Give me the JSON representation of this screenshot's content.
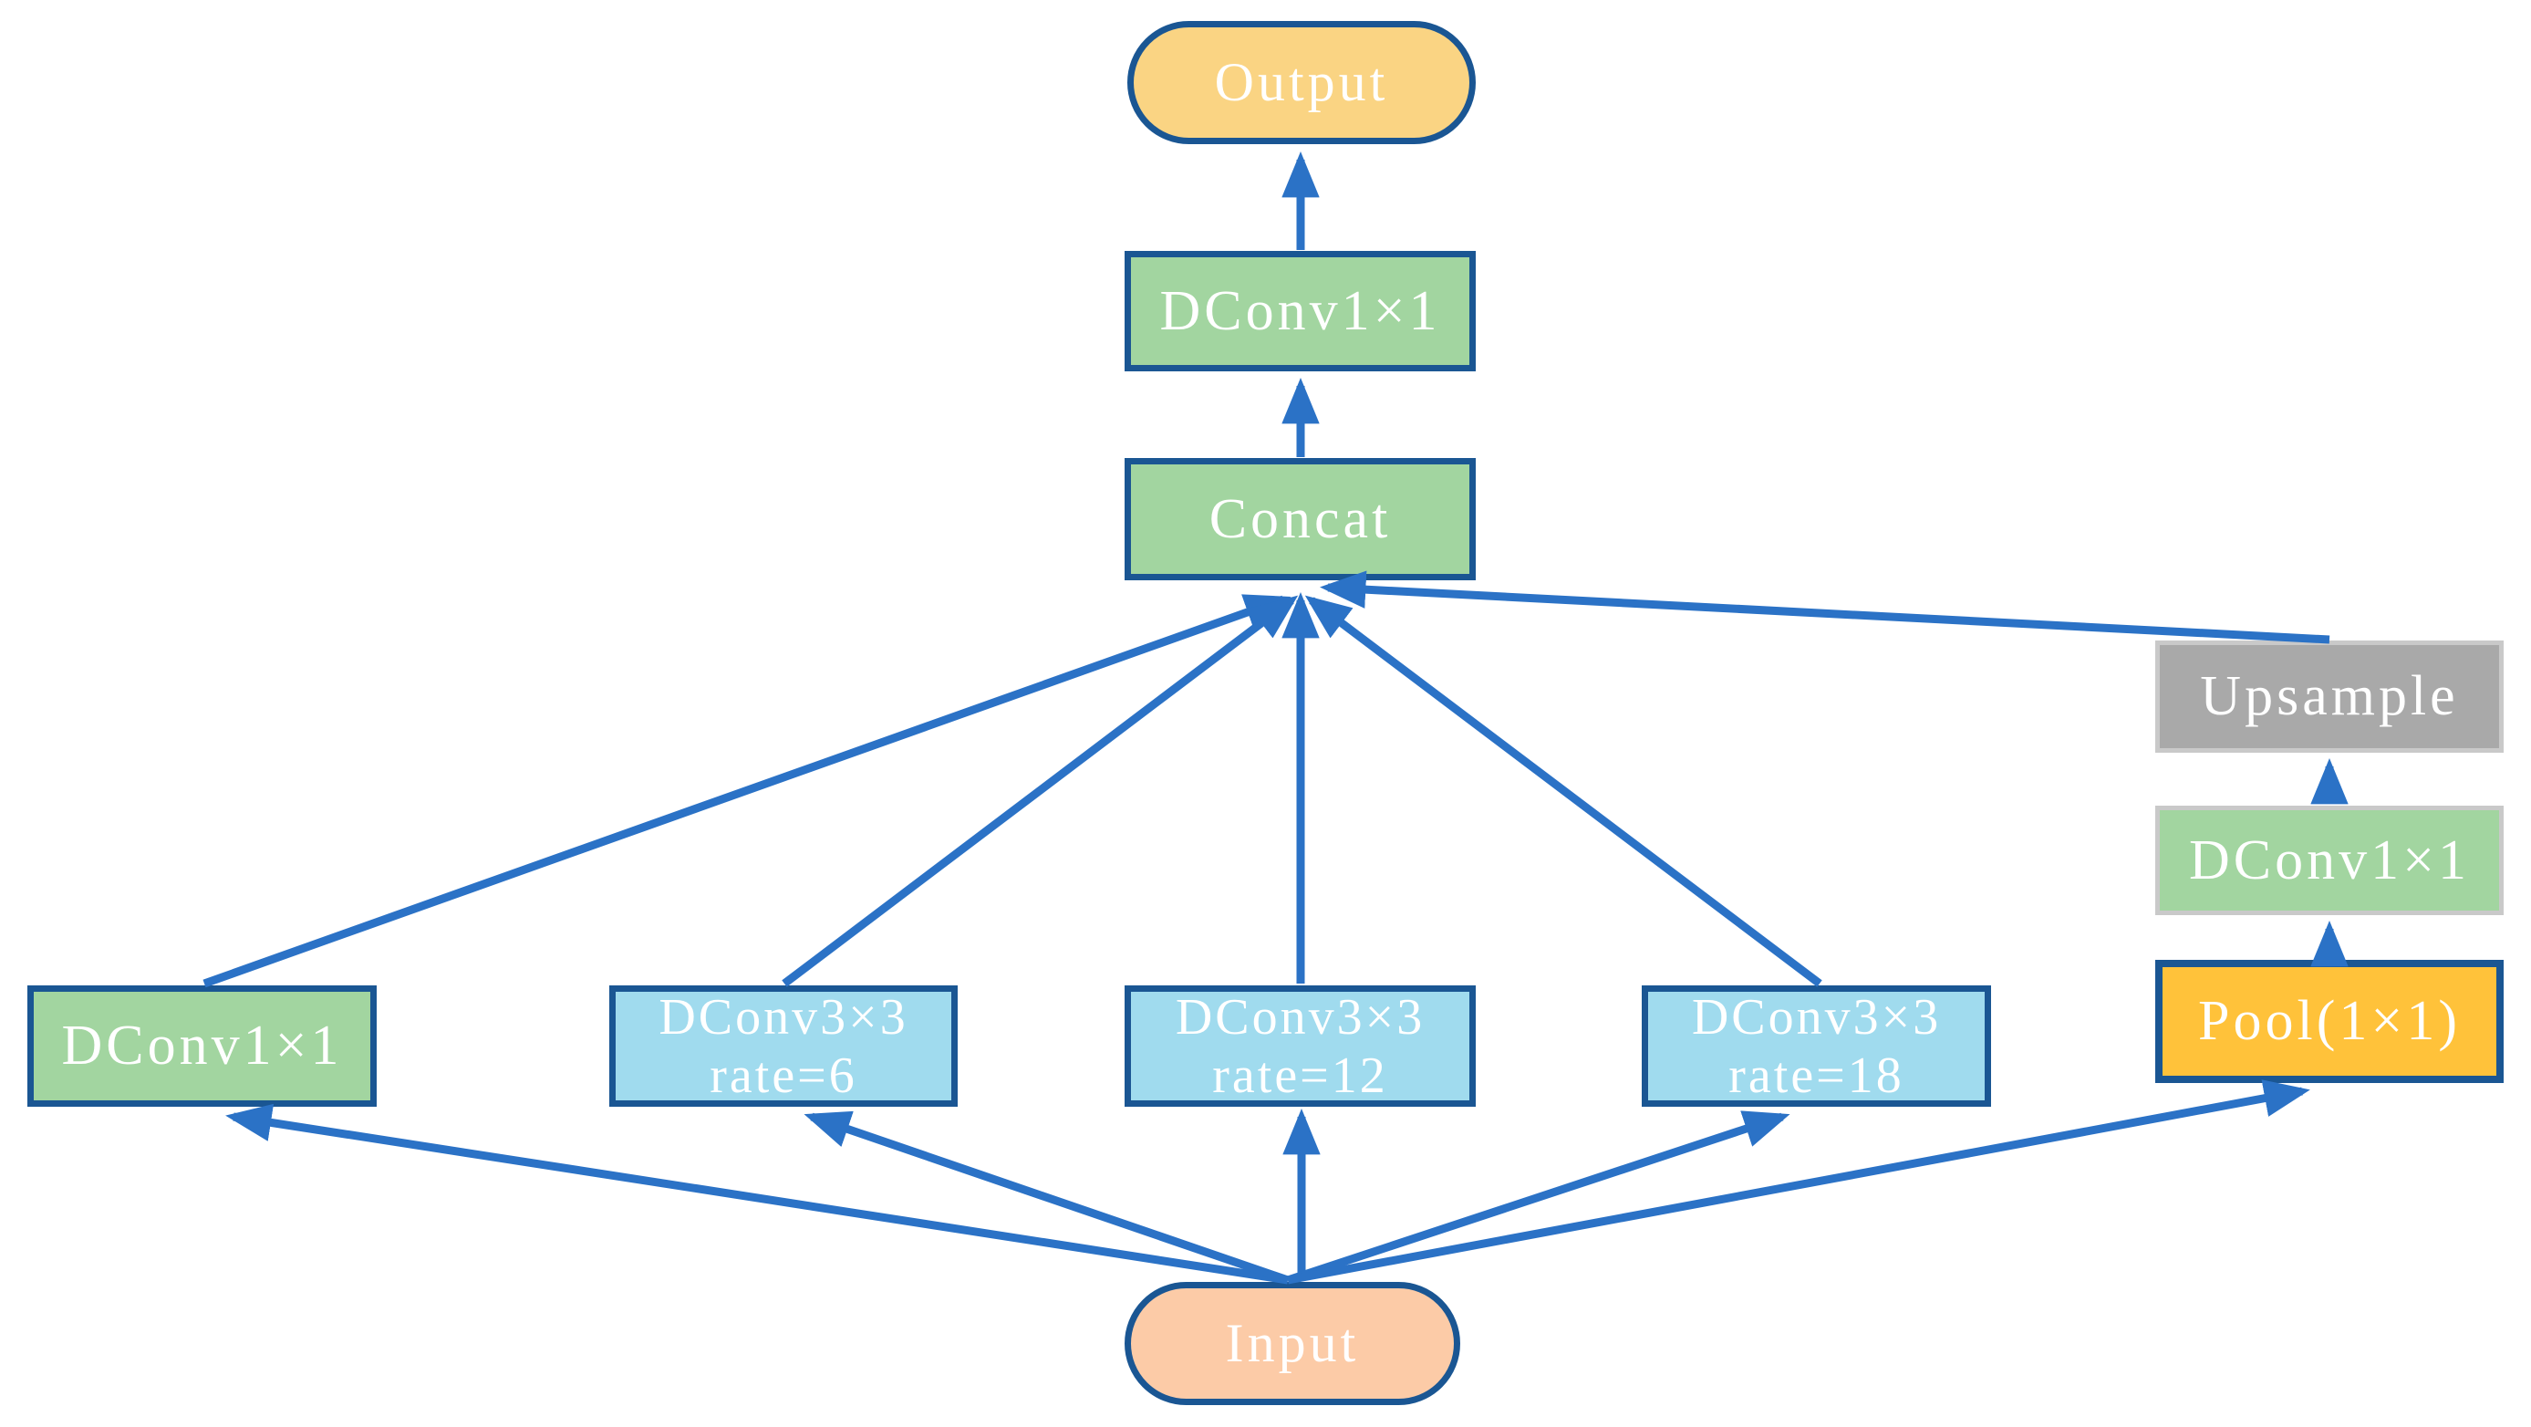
{
  "nodes": {
    "output": {
      "label": "Output"
    },
    "dconv_top": {
      "label": "DConv1×1"
    },
    "concat": {
      "label": "Concat"
    },
    "upsample": {
      "label": "Upsample"
    },
    "dconv_right": {
      "label": "DConv1×1"
    },
    "pool": {
      "label": "Pool(1×1)"
    },
    "dconv_left": {
      "label": "DConv1×1"
    },
    "rate6": {
      "label": "DConv3×3",
      "sublabel": "rate=6"
    },
    "rate12": {
      "label": "DConv3×3",
      "sublabel": "rate=12"
    },
    "rate18": {
      "label": "DConv3×3",
      "sublabel": "rate=18"
    },
    "input": {
      "label": "Input"
    }
  },
  "edges": [
    {
      "from": "input",
      "to": "dconv_left"
    },
    {
      "from": "input",
      "to": "rate6"
    },
    {
      "from": "input",
      "to": "rate12"
    },
    {
      "from": "input",
      "to": "rate18"
    },
    {
      "from": "input",
      "to": "pool"
    },
    {
      "from": "pool",
      "to": "dconv_right"
    },
    {
      "from": "dconv_right",
      "to": "upsample"
    },
    {
      "from": "dconv_left",
      "to": "concat"
    },
    {
      "from": "rate6",
      "to": "concat"
    },
    {
      "from": "rate12",
      "to": "concat"
    },
    {
      "from": "rate18",
      "to": "concat"
    },
    {
      "from": "upsample",
      "to": "concat"
    },
    {
      "from": "concat",
      "to": "dconv_top"
    },
    {
      "from": "dconv_top",
      "to": "output"
    }
  ],
  "colors": {
    "arrow_blue": "#2B72C6",
    "box_border_dark_blue": "#1A5693",
    "box_border_light_gray": "#C9C9C9",
    "green_fill": "#A2D5A0",
    "light_blue_fill": "#A0DBEE",
    "orange_fill": "#FFC23A",
    "output_fill": "#FAD483",
    "input_fill": "#FCCBA7",
    "gray_fill": "#A9A9A9",
    "text": "#FFFFFF"
  }
}
